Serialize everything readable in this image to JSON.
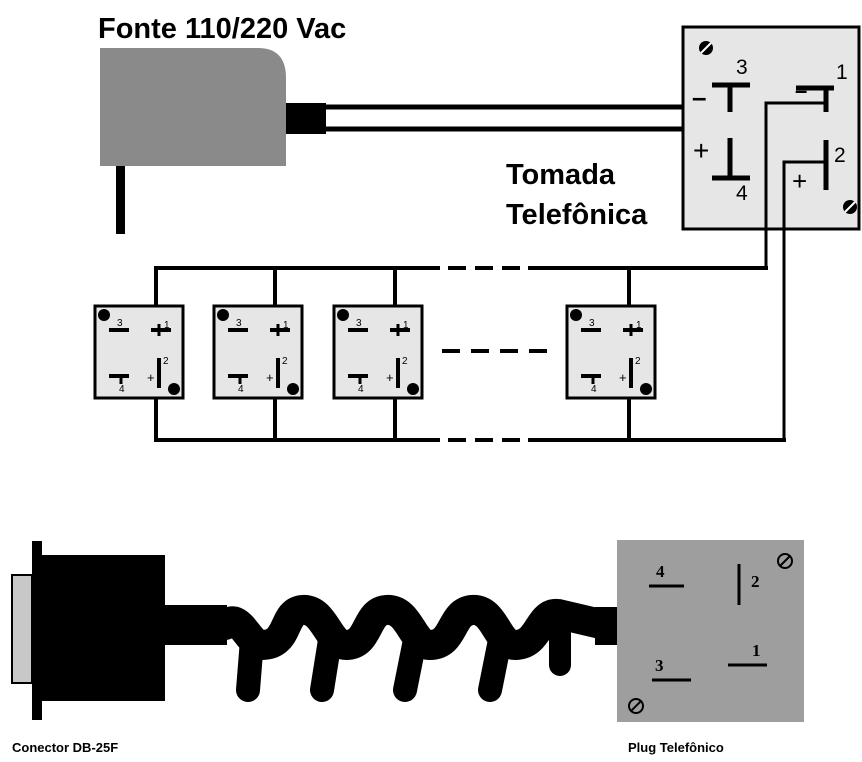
{
  "labels": {
    "power_supply": "Fonte 110/220 Vac",
    "wall_socket_line1": "Tomada",
    "wall_socket_line2": "Telefônica",
    "db25": "Conector DB-25F",
    "phone_plug": "Plug Telefônico"
  },
  "socket_terminals": {
    "t1": "1",
    "t2": "2",
    "t3": "3",
    "t4": "4",
    "minus": "–",
    "plus": "+"
  },
  "colors": {
    "wire": "#000000",
    "socket_fill": "#e6e6e6",
    "adapter_fill": "#8a8a8a",
    "plug_fill": "#9e9e9e",
    "db25_fill": "#000000",
    "db25_edge": "#c8c8c8"
  }
}
